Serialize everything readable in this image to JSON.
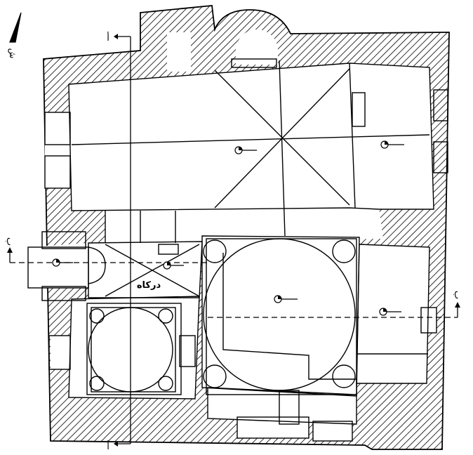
{
  "plan": {
    "labels": {
      "north": "ش",
      "section_a_top": "أ",
      "section_a_bottom": "أ",
      "section_b_left": "ب",
      "section_b_right": "ب",
      "entrance": "دركاه"
    },
    "colors": {
      "ink": "#000000",
      "paper": "#ffffff"
    }
  }
}
